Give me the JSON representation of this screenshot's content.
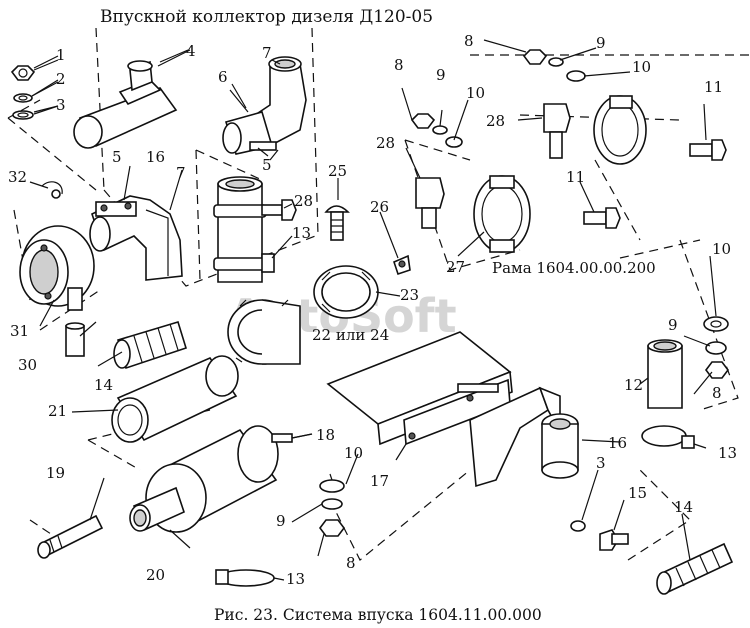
{
  "title": "Впускной коллектор дизеля Д120-05",
  "frame_label": "Рама 1604.00.00.200",
  "caption": "Рис. 23. Система впуска 1604.11.00.000",
  "watermark": "AutoSoft",
  "alt_label": "22 или 24",
  "callouts": {
    "n1": "1",
    "n2": "2",
    "n3": "3",
    "n4": "4",
    "n5a": "5",
    "n5b": "5",
    "n6": "6",
    "n7a": "7",
    "n7b": "7",
    "n8a": "8",
    "n8b": "8",
    "n8c": "8",
    "n8d": "8",
    "n9a": "9",
    "n9b": "9",
    "n9c": "9",
    "n9d": "9",
    "n10a": "10",
    "n10b": "10",
    "n10c": "10",
    "n10d": "10",
    "n11a": "11",
    "n11b": "11",
    "n12": "12",
    "n13a": "13",
    "n13b": "13",
    "n13c": "13",
    "n14a": "14",
    "n14b": "14",
    "n15": "15",
    "n16a": "16",
    "n16b": "16",
    "n17": "17",
    "n18": "18",
    "n19": "19",
    "n20": "20",
    "n21": "21",
    "n23": "23",
    "n25": "25",
    "n26": "26",
    "n27": "27",
    "n28a": "28",
    "n28b": "28",
    "n28c": "28",
    "n3b": "3",
    "n30": "30",
    "n31": "31",
    "n32": "32"
  }
}
